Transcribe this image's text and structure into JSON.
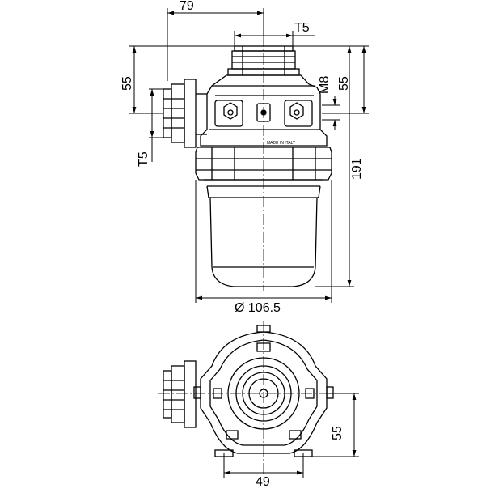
{
  "drawing": {
    "dimensions": {
      "width_top": "79",
      "thread_top": "T5",
      "left_height": "55",
      "thread_side": "T5",
      "mount_thread": "M8",
      "right_height": "55",
      "total_height": "191",
      "diameter": "Ø 106.5",
      "bottom_height": "55",
      "bottom_width": "49"
    },
    "stamp": "MADE IN ITALY"
  },
  "colors": {
    "line": "#000000",
    "background": "#ffffff"
  }
}
